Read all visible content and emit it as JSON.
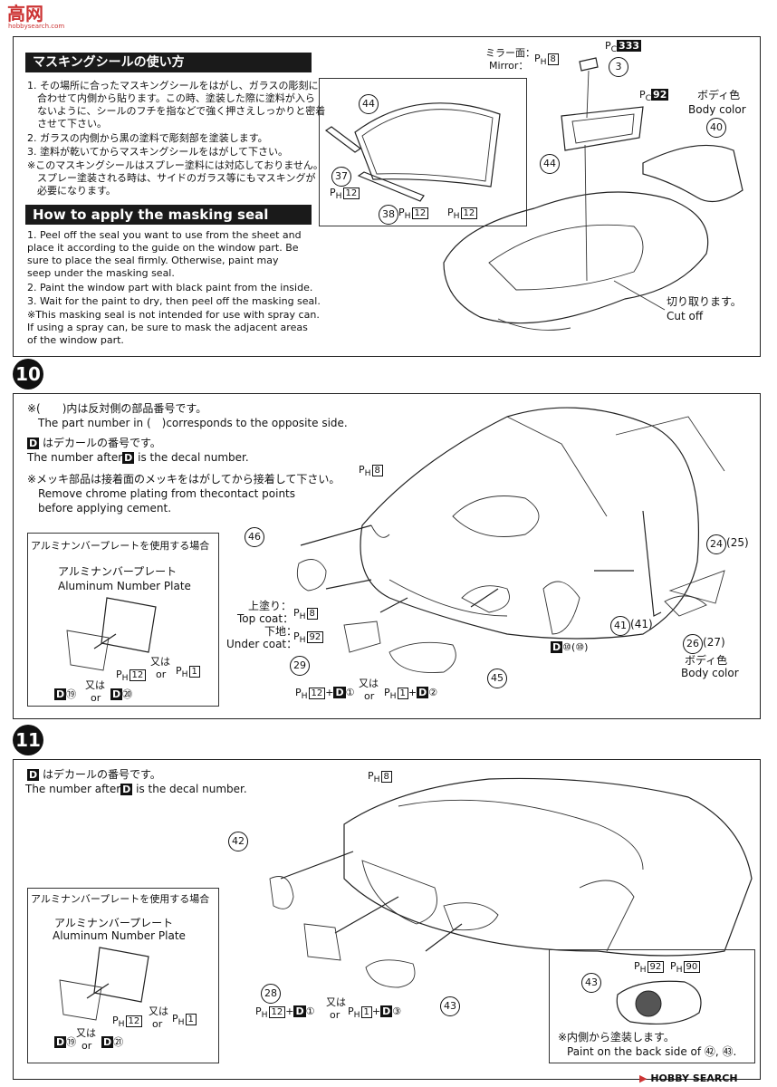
{
  "watermark_top": "高网",
  "watermark_top_url": "hobbysearch.com",
  "watermark_bottom": "HOBBY SEARCH",
  "masking": {
    "jp_title": "マスキングシールの使い方",
    "jp_steps": [
      "1. その場所に合ったマスキングシールをはがし、ガラスの彫刻に",
      "　合わせて内側から貼ります。この時、塗装した際に塗料が入ら",
      "　ないように、シールのフチを指などで強く押さえしっかりと密着",
      "　させて下さい。",
      "2. ガラスの内側から黒の塗料で彫刻部を塗装します。",
      "3. 塗料が乾いてからマスキングシールをはがして下さい。",
      "※このマスキングシールはスプレー塗料には対応しておりません。",
      "　スプレー塗装される時は、サイドのガラス等にもマスキングが",
      "　必要になります。"
    ],
    "en_title": "How to apply the masking seal",
    "en_steps": [
      "1. Peel off the seal you want to use from the sheet and",
      "   place it according to the guide on the window part. Be",
      "   sure to place the seal firmly. Otherwise, paint may",
      "   seep under the masking seal.",
      "2. Paint the window part with black paint from the inside.",
      "3. Wait for the paint to dry, then peel off the masking seal.",
      "※This masking seal is not intended for use with spray can.",
      "   If using a spray can, be sure to mask the adjacent areas",
      "   of the window part."
    ]
  },
  "top_diagram": {
    "mirror_jp": "ミラー面：",
    "mirror_en": "Mirror：",
    "ph8": "8",
    "pc333": "333",
    "pc92": "92",
    "ph12": "12",
    "body_color_jp": "ボディ色",
    "body_color_en": "Body color",
    "cut_off_jp": "切り取ります。",
    "cut_off_en": "Cut off",
    "parts": [
      "44",
      "3",
      "40",
      "44",
      "37",
      "38"
    ]
  },
  "step10": {
    "number": "10",
    "note1_jp": "※(　　)内は反対側の部品番号です。",
    "note1_en": "The part number in (　)corresponds to the opposite side.",
    "note2_jp": "はデカールの番号です。",
    "note2_en_a": "The number after",
    "note2_en_b": "is the decal number.",
    "note3_jp": "※メッキ部品は接着面のメッキをはがしてから接着して下さい。",
    "note3_en1": "Remove chrome plating from thecontact points",
    "note3_en2": "before applying cement.",
    "d": "D",
    "plate_title": "アルミナンバープレートを使用する場合",
    "plate_jp": "アルミナンバープレート",
    "plate_en": "Aluminum Number Plate",
    "top_coat_jp": "上塗り：",
    "top_coat_en": "Top coat：",
    "under_coat_jp": "下地：",
    "under_coat_en": "Under coat：",
    "or_jp": "又は",
    "or_en": "or",
    "body_color_jp": "ボディ色",
    "body_color_en": "Body color",
    "ph8": "8",
    "ph92": "92",
    "ph12": "12",
    "ph1": "1",
    "d19": "⑲",
    "d20": "⑳",
    "d1": "①",
    "d2": "②",
    "d10": "⑩(⑩)",
    "parts": [
      "46",
      "24",
      "25",
      "26",
      "27",
      "41",
      "41",
      "29",
      "45"
    ]
  },
  "step11": {
    "number": "11",
    "note_jp": "はデカールの番号です。",
    "note_en_a": "The number after",
    "note_en_b": "is the decal number.",
    "d": "D",
    "plate_title": "アルミナンバープレートを使用する場合",
    "plate_jp": "アルミナンバープレート",
    "plate_en": "Aluminum Number Plate",
    "or_jp": "又は",
    "or_en": "or",
    "ph8": "8",
    "ph92": "92",
    "ph90": "90",
    "ph12": "12",
    "ph1": "1",
    "d19": "⑲",
    "d21": "㉑",
    "d1": "①",
    "d3": "③",
    "inset_jp": "※内側から塗装します。",
    "inset_en": "Paint on the back side of ㊷, ㊸.",
    "parts": [
      "42",
      "28",
      "43",
      "43"
    ]
  }
}
